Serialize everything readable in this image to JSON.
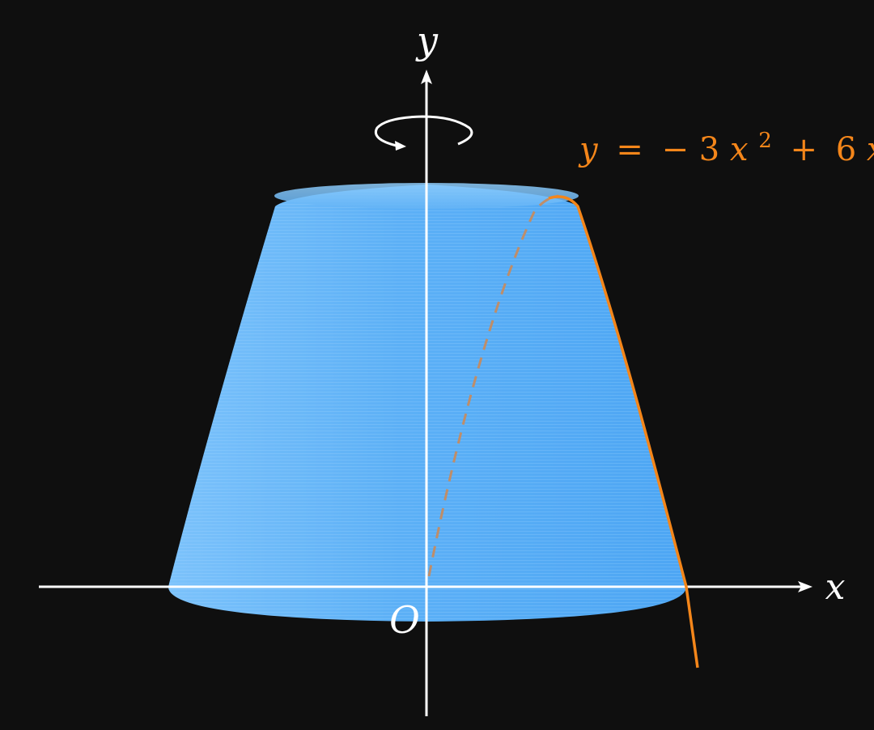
{
  "diagram": {
    "type": "solid of revolution",
    "axis_of_revolution": "y",
    "curve_equation": {
      "lhs": "y",
      "equals": "=",
      "minus": "−",
      "coef1": "3",
      "var1": "x",
      "exponent": "2",
      "plus": "+",
      "coef2": "6",
      "var2": "x"
    },
    "axis_labels": {
      "x": "x",
      "y": "y",
      "origin": "O"
    },
    "colors": {
      "background": "#0f0f0f",
      "solid": "#5eb2f7",
      "solid_light": "#8fcdfb",
      "curve": "#f4861a",
      "axes": "#ffffff"
    },
    "icons": [
      "rotation-arrow-icon",
      "x-axis-arrow-icon",
      "y-axis-arrow-icon"
    ]
  }
}
